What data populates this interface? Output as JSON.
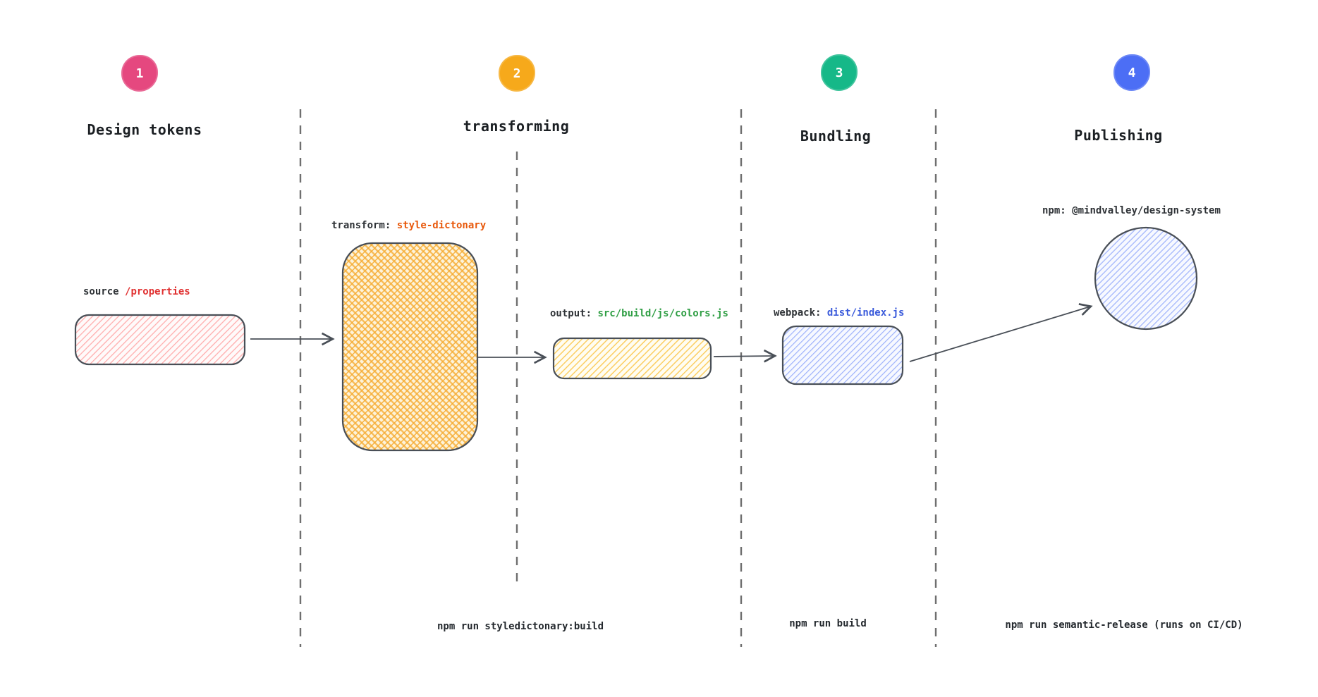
{
  "diagram_title_implicit": "Design system build pipeline",
  "stages": [
    {
      "number": "1",
      "title": "Design tokens",
      "badge_color": "#e5487f",
      "command": ""
    },
    {
      "number": "2",
      "title": "transforming",
      "badge_color": "#f6a91b",
      "command": "npm run styledictonary:build"
    },
    {
      "number": "3",
      "title": "Bundling",
      "badge_color": "#16b888",
      "command": "npm run build"
    },
    {
      "number": "4",
      "title": "Publishing",
      "badge_color": "#4c6ef5",
      "command": "npm run semantic-release (runs on CI/CD)"
    }
  ],
  "nodes": {
    "source": {
      "prefix": "source ",
      "value": "/properties",
      "value_color": "#e03131",
      "shape": "hatched-rounded-rect",
      "fill": "pink-hatch"
    },
    "transform": {
      "prefix": "transform: ",
      "value": "style-dictonary",
      "value_color": "#e8590c",
      "shape": "hatched-rounded-rect",
      "fill": "amber-crosshatch"
    },
    "output": {
      "prefix": "output: ",
      "value": "src/build/js/colors.js",
      "value_color": "#2f9e44",
      "shape": "hatched-rounded-rect",
      "fill": "amber-hatch"
    },
    "webpack": {
      "prefix": "webpack: ",
      "value": "dist/index.js",
      "value_color": "#3b5bdb",
      "shape": "hatched-rounded-rect",
      "fill": "blue-hatch"
    },
    "npm": {
      "prefix": "npm: ",
      "value": "@mindvalley/design-system",
      "value_color": "#2f3337",
      "shape": "hatched-circle",
      "fill": "blue-hatch"
    }
  },
  "colors": {
    "shape_stroke": "#494f57",
    "arrow": "#494f57",
    "divider": "#6f6f6f",
    "red_hatch_line": "#ffadad",
    "amber_hatch_line": "#f6ad2d",
    "blue_hatch_line": "#9db1fb",
    "heading_text": "#1b1f23"
  }
}
